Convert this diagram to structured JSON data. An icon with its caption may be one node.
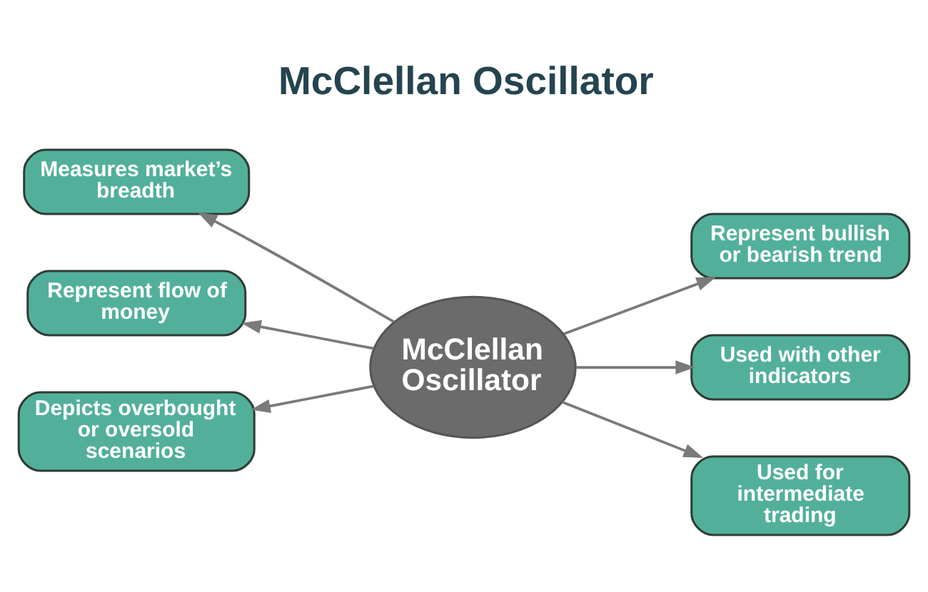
{
  "diagram": {
    "title": "McClellan Oscillator",
    "nodes": [
      {
        "text": [
          "Measures market’s breadth"
        ]
      },
      {
        "text": [
          "Represent bullish or bearish trend"
        ]
      },
      {
        "text": [
          "Represent flow of money"
        ]
      },
      {
        "text": [
          "McClellan Oscillator"
        ]
      },
      {
        "text": [
          "Used with other indicators"
        ]
      },
      {
        "text": [
          "Depicts overbought or oversold scenarios"
        ]
      },
      {
        "text": [
          "Used for intermediate trading"
        ]
      }
    ],
    "edges": [
      {
        "from": 3,
        "to": 0,
        "arrow": "to"
      },
      {
        "from": 3,
        "to": 1,
        "arrow": "to"
      },
      {
        "from": 3,
        "to": 2,
        "arrow": "to"
      },
      {
        "from": 3,
        "to": 4,
        "arrow": "to"
      },
      {
        "from": 3,
        "to": 5,
        "arrow": "to"
      },
      {
        "from": 3,
        "to": 6,
        "arrow": "to"
      }
    ]
  }
}
